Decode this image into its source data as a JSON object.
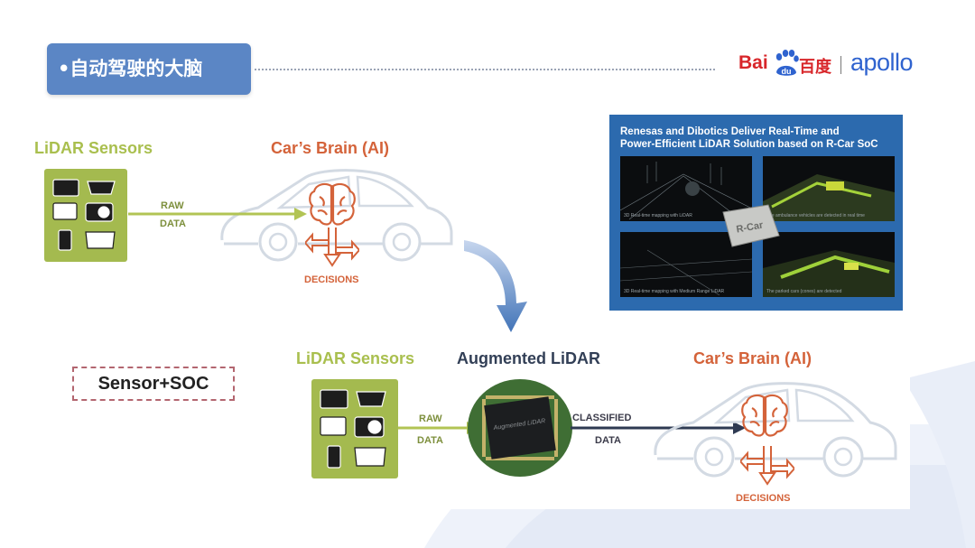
{
  "header": {
    "title": "•自动驾驶的大脑",
    "brand": {
      "bai": "Bai",
      "du": "du",
      "baidu_cn": "百度",
      "apollo": "apollo"
    }
  },
  "top_diagram": {
    "sensors_title": "LiDAR Sensors",
    "brain_title": "Car’s Brain (AI)",
    "raw_label": "RAW",
    "data_label": "DATA",
    "decisions_label": "DECISIONS"
  },
  "bottom_diagram": {
    "sensors_title": "LiDAR Sensors",
    "augmented_title": "Augmented LiDAR",
    "brain_title": "Car’s Brain (AI)",
    "raw_label": "RAW",
    "data_label": "DATA",
    "classified_label": "CLASSIFIED",
    "classified_data_label": "DATA",
    "decisions_label": "DECISIONS",
    "chip_text": "Augmented LiDAR"
  },
  "sensor_soc_label": "Sensor+SOC",
  "renesas": {
    "title_line1": "Renesas and Dibotics Deliver Real-Time and",
    "title_line2": "Power-Efficient LiDAR Solution based on R-Car SoC",
    "chip_label": "R-Car",
    "captions": [
      "3D Real-time mapping with LiDAR",
      "The ambulance vehicles are detected in real time",
      "3D Real-time mapping with Medium Range LiDAR",
      "The parked cars (cones) are detected"
    ]
  },
  "colors": {
    "title_pill": "#5b86c5",
    "green": "#a4ba4f",
    "orange": "#d4633a",
    "navy": "#323f56",
    "baidu_red": "#d8262a",
    "apollo_blue": "#2f63cf",
    "renesas_blue": "#2c6aae"
  },
  "icons": [
    "brain-icon",
    "decision-arrows-icon",
    "car-outline-icon",
    "lidar-device-icon",
    "curved-arrow-icon",
    "chip-icon",
    "baidu-paw-icon"
  ]
}
